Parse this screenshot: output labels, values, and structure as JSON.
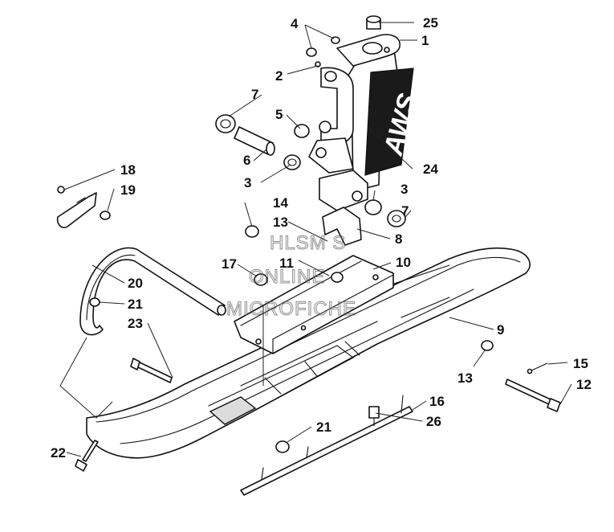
{
  "diagram": {
    "callouts": {
      "c1": "1",
      "c2": "2",
      "c3a": "3",
      "c3b": "3",
      "c4": "4",
      "c5": "5",
      "c6": "6",
      "c7a": "7",
      "c7b": "7",
      "c8": "8",
      "c9": "9",
      "c10": "10",
      "c11": "11",
      "c12": "12",
      "c13a": "13",
      "c13b": "13",
      "c14": "14",
      "c15": "15",
      "c16": "16",
      "c17": "17",
      "c18": "18",
      "c19": "19",
      "c20": "20",
      "c21a": "21",
      "c21b": "21",
      "c22": "22",
      "c23": "23",
      "c24": "24",
      "c25": "25",
      "c26": "26"
    },
    "spindle_logo": "AWS",
    "watermark": {
      "line1": "HLSM S",
      "line2": "ONLINE",
      "line3": "MICROFICHE"
    }
  }
}
